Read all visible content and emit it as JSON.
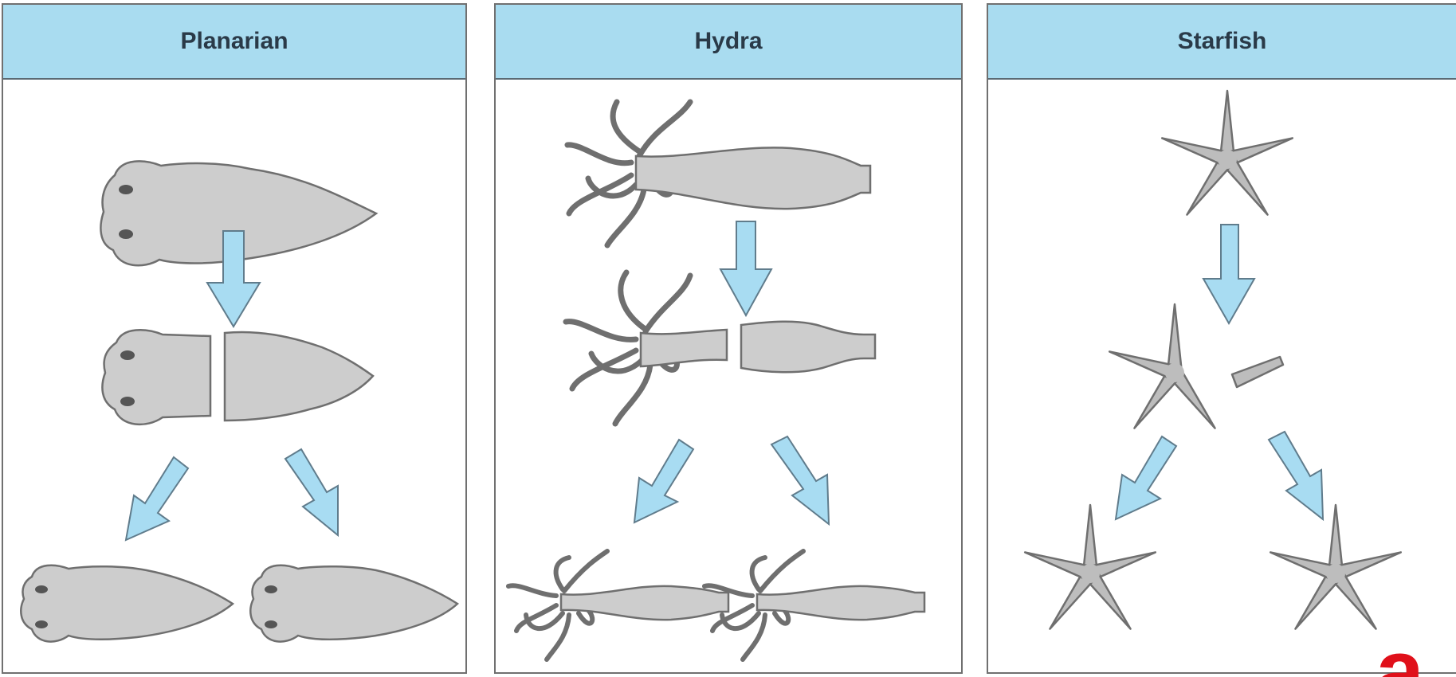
{
  "colors": {
    "header_bg": "#a9dcf0",
    "arrow_fill": "#a8dcf2",
    "arrow_stroke": "#607c8c",
    "body_fill": "#cdcdcd",
    "body_stroke": "#6f6f6f",
    "watermark": "#e0101a"
  },
  "panels": [
    {
      "title": "Planarian",
      "stages": [
        "whole planarian",
        "cut into two pieces",
        "two regenerated planarians"
      ]
    },
    {
      "title": "Hydra",
      "stages": [
        "whole hydra",
        "cut into two pieces",
        "two regenerated hydras"
      ]
    },
    {
      "title": "Starfish",
      "stages": [
        "whole starfish",
        "one arm removed",
        "two regenerated starfish"
      ]
    }
  ],
  "watermark": {
    "icon": "red-logo-fragment",
    "text": "a"
  }
}
